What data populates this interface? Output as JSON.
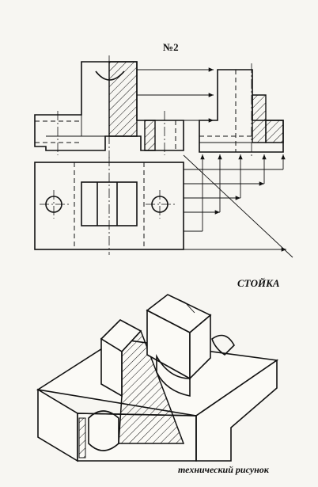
{
  "sheet": {
    "number": "№2"
  },
  "part": {
    "name": "СТОЙКА"
  },
  "figure": {
    "caption": "технический рисунок"
  },
  "colors": {
    "ink": "#111111",
    "paper": "#f7f6f2"
  }
}
